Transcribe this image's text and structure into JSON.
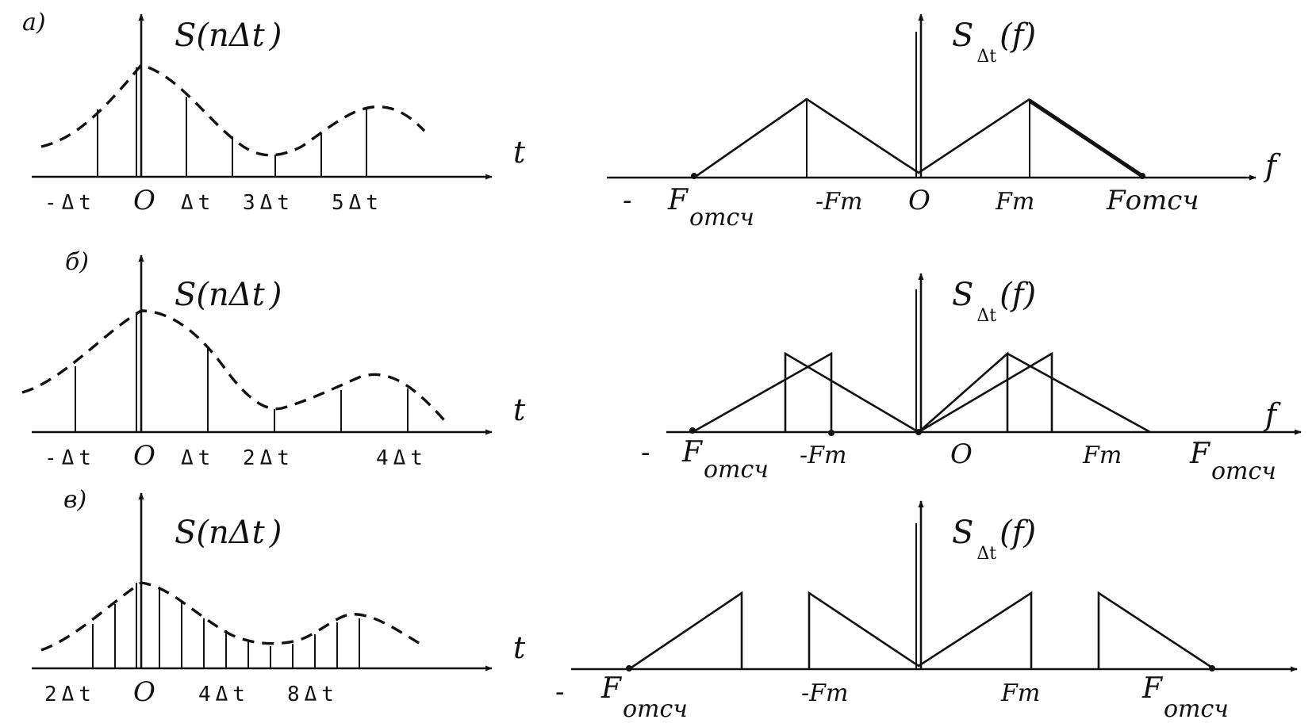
{
  "panels": [
    {
      "label": "а)",
      "time": {
        "title_main": "S(",
        "title_n": "nΔt",
        "title_close": ")",
        "axis_var": "t",
        "ticks": [
          "-Δt",
          "O",
          "Δt",
          "3Δt",
          "5Δt"
        ]
      },
      "spectrum": {
        "title_main": "S",
        "title_sub": "Δt",
        "title_arg": "(f)",
        "axis_var": "f",
        "labels": {
          "neg_sign": "-",
          "neg_F": "F",
          "neg_sub": "отсч",
          "neg_fm": "-Fm",
          "origin": "O",
          "pos_fm": "Fm",
          "pos_fs": "Fотсч"
        }
      }
    },
    {
      "label": "б)",
      "time": {
        "title_main": "S(",
        "title_n": "nΔt",
        "title_close": ")",
        "axis_var": "t",
        "ticks": [
          "-Δt",
          "O",
          "Δt",
          "2Δt",
          "4Δt"
        ]
      },
      "spectrum": {
        "title_main": "S",
        "title_sub": "Δt",
        "title_arg": "(f)",
        "axis_var": "f",
        "labels": {
          "neg_sign": "-",
          "neg_F": "F",
          "neg_sub": "отсч",
          "neg_fm": "-Fm",
          "origin": "O",
          "pos_fm": "Fm",
          "pos_F": "F",
          "pos_sub": "отсч"
        }
      }
    },
    {
      "label": "в)",
      "time": {
        "title_main": "S(",
        "title_n": "nΔt",
        "title_close": ")",
        "axis_var": "t",
        "ticks": [
          "2Δt",
          "O",
          "4Δt",
          "8Δt"
        ]
      },
      "spectrum": {
        "title_main": "S",
        "title_sub": "Δt",
        "title_arg": "(f)",
        "labels": {
          "neg_sign": "-",
          "neg_F": "F",
          "neg_sub": "отсч",
          "neg_fm": "-Fm",
          "pos_fm": "Fm",
          "pos_F": "F",
          "pos_sub": "отсч"
        }
      }
    }
  ]
}
